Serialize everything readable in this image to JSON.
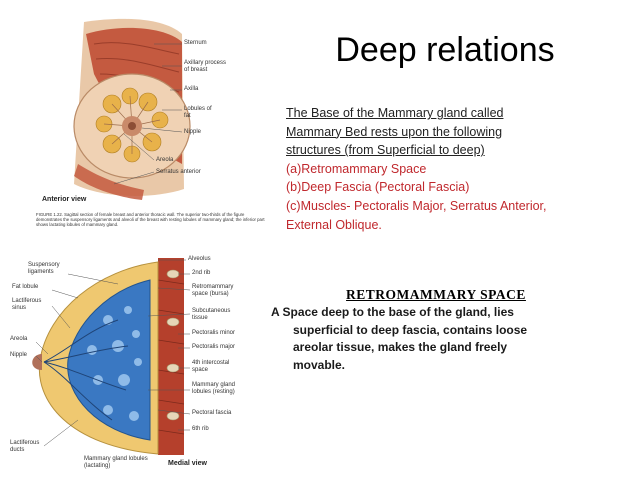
{
  "slide": {
    "title": "Deep relations",
    "intro_lines": [
      "The Base of the Mammary gland called",
      "Mammary Bed rests upon the following",
      "structures (from Superficial to deep)"
    ],
    "list_lines": [
      "(a)Retromammary Space",
      "(b)Deep Fascia (Pectoral Fascia)",
      "(c)Muscles- Pectoralis Major, Serratus Anterior,",
      "External Oblique."
    ],
    "subheading": "RETROMAMMARY SPACE",
    "definition_lines": [
      "A Space deep to the base of the gland, lies",
      "superficial to deep fascia, contains loose",
      "areolar tissue, makes the gland freely",
      "movable."
    ]
  },
  "figure_top": {
    "labels": [
      "Sternum",
      "Axillary process of breast",
      "Axilla",
      "Lobules of fat",
      "Nipple",
      "Areola",
      "Serratus anterior"
    ],
    "view": "Anterior view",
    "caption": "FIGURE 1.22. Sagittal section of female breast and anterior thoracic wall. The superior two-thirds of the figure demonstrates the suspensory ligaments and alveoli of the breast with resting lobules of mammary gland; the inferior part shows lactating lobules of mammary gland."
  },
  "figure_bottom": {
    "labels_left": [
      "Suspensory ligaments",
      "Fat lobule",
      "Lactiferous sinus",
      "Areola",
      "Nipple",
      "Lactiferous ducts"
    ],
    "labels_right": [
      "Alveolus",
      "2nd rib",
      "Retromammary space (bursa)",
      "Subcutaneous tissue",
      "Pectoralis minor",
      "Pectoralis major",
      "4th intercostal space",
      "Mammary gland lobules (resting)",
      "Pectoral fascia",
      "6th rib"
    ],
    "bottom_label": "Mammary gland lobules (lactating)",
    "view": "Medial view"
  },
  "colors": {
    "text": "#222222",
    "accent_red": "#c0282d",
    "tissue_blue": "#3a78c2",
    "muscle_red": "#b5402c",
    "fat_yellow": "#e9c66a"
  }
}
